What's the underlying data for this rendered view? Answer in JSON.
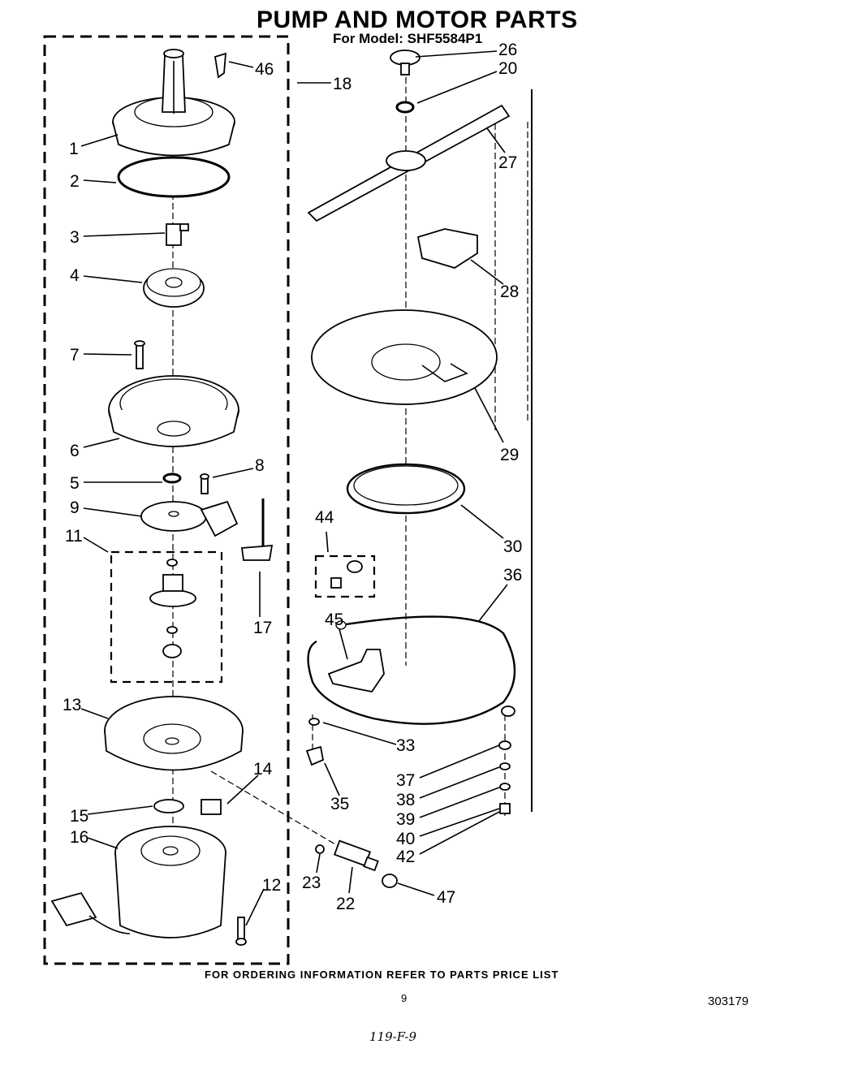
{
  "title": "PUMP AND MOTOR PARTS",
  "model": "For Model: SHF5584P1",
  "footer": "FOR ORDERING INFORMATION REFER TO PARTS PRICE LIST",
  "page_number": "9",
  "document_number": "303179",
  "handwritten_note": "119-F-9",
  "callouts": {
    "n1": "1",
    "n2": "2",
    "n3": "3",
    "n4": "4",
    "n5": "5",
    "n6": "6",
    "n7": "7",
    "n8": "8",
    "n9": "9",
    "n11": "11",
    "n12": "12",
    "n13": "13",
    "n14": "14",
    "n15": "15",
    "n16": "16",
    "n17": "17",
    "n18": "18",
    "n20": "20",
    "n22": "22",
    "n23": "23",
    "n26": "26",
    "n27": "27",
    "n28": "28",
    "n29": "29",
    "n30": "30",
    "n33": "33",
    "n35": "35",
    "n36": "36",
    "n37": "37",
    "n38": "38",
    "n39": "39",
    "n40": "40",
    "n42": "42",
    "n44": "44",
    "n45": "45",
    "n46": "46",
    "n47": "47"
  }
}
